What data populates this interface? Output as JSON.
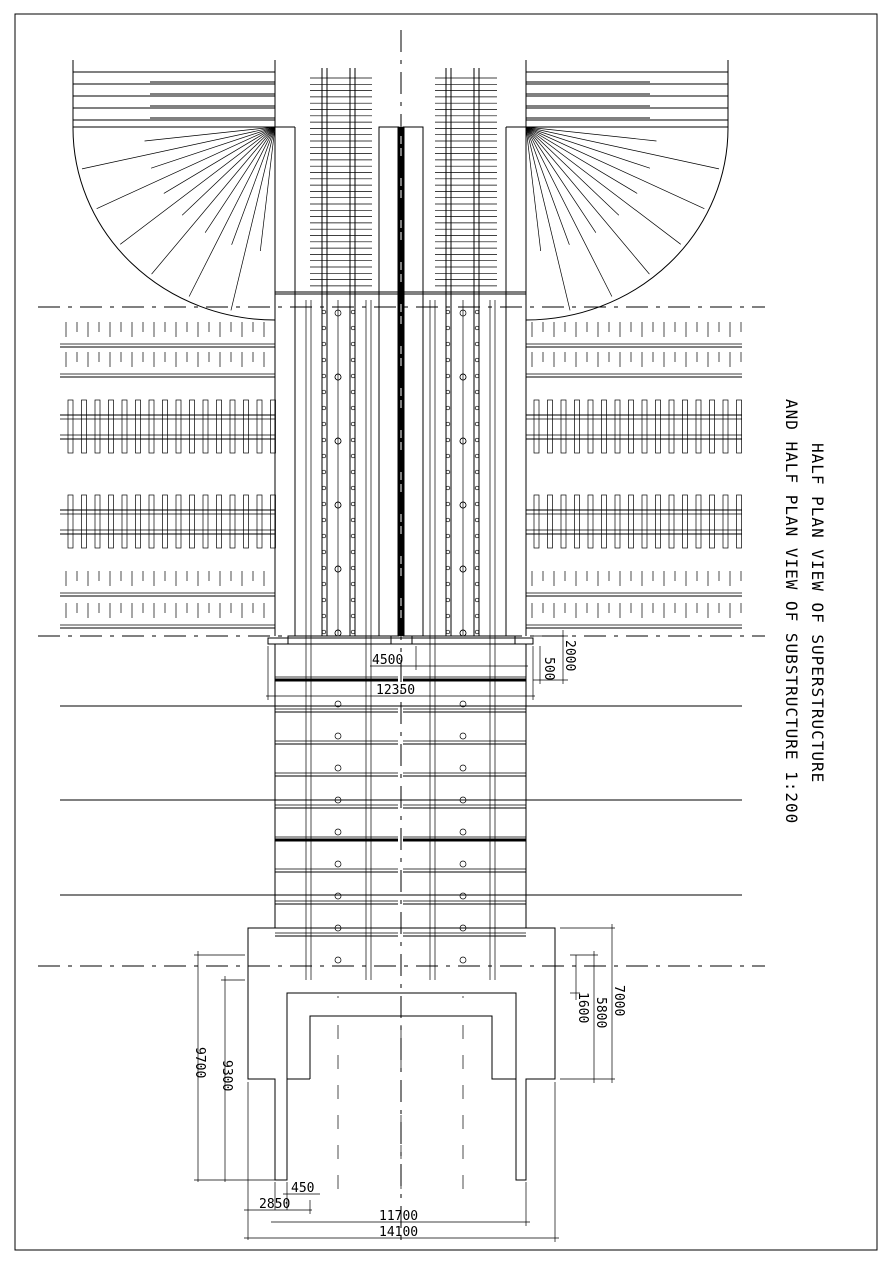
{
  "title": {
    "line1": "HALF PLAN VIEW OF SUPERSTRUCTURE",
    "line2": "AND HALF PLAN VIEW OF SUBSTRUCTURE 1:200"
  },
  "dimensions": {
    "d4500": "4500",
    "d2000": "2000",
    "d500": "500",
    "d12350": "12350",
    "d7000": "7000",
    "d5800": "5800",
    "d1600": "1600",
    "d9700": "9700",
    "d9300": "9300",
    "d450": "450",
    "d2850": "2850",
    "d11700": "11700",
    "d14100": "14100"
  }
}
